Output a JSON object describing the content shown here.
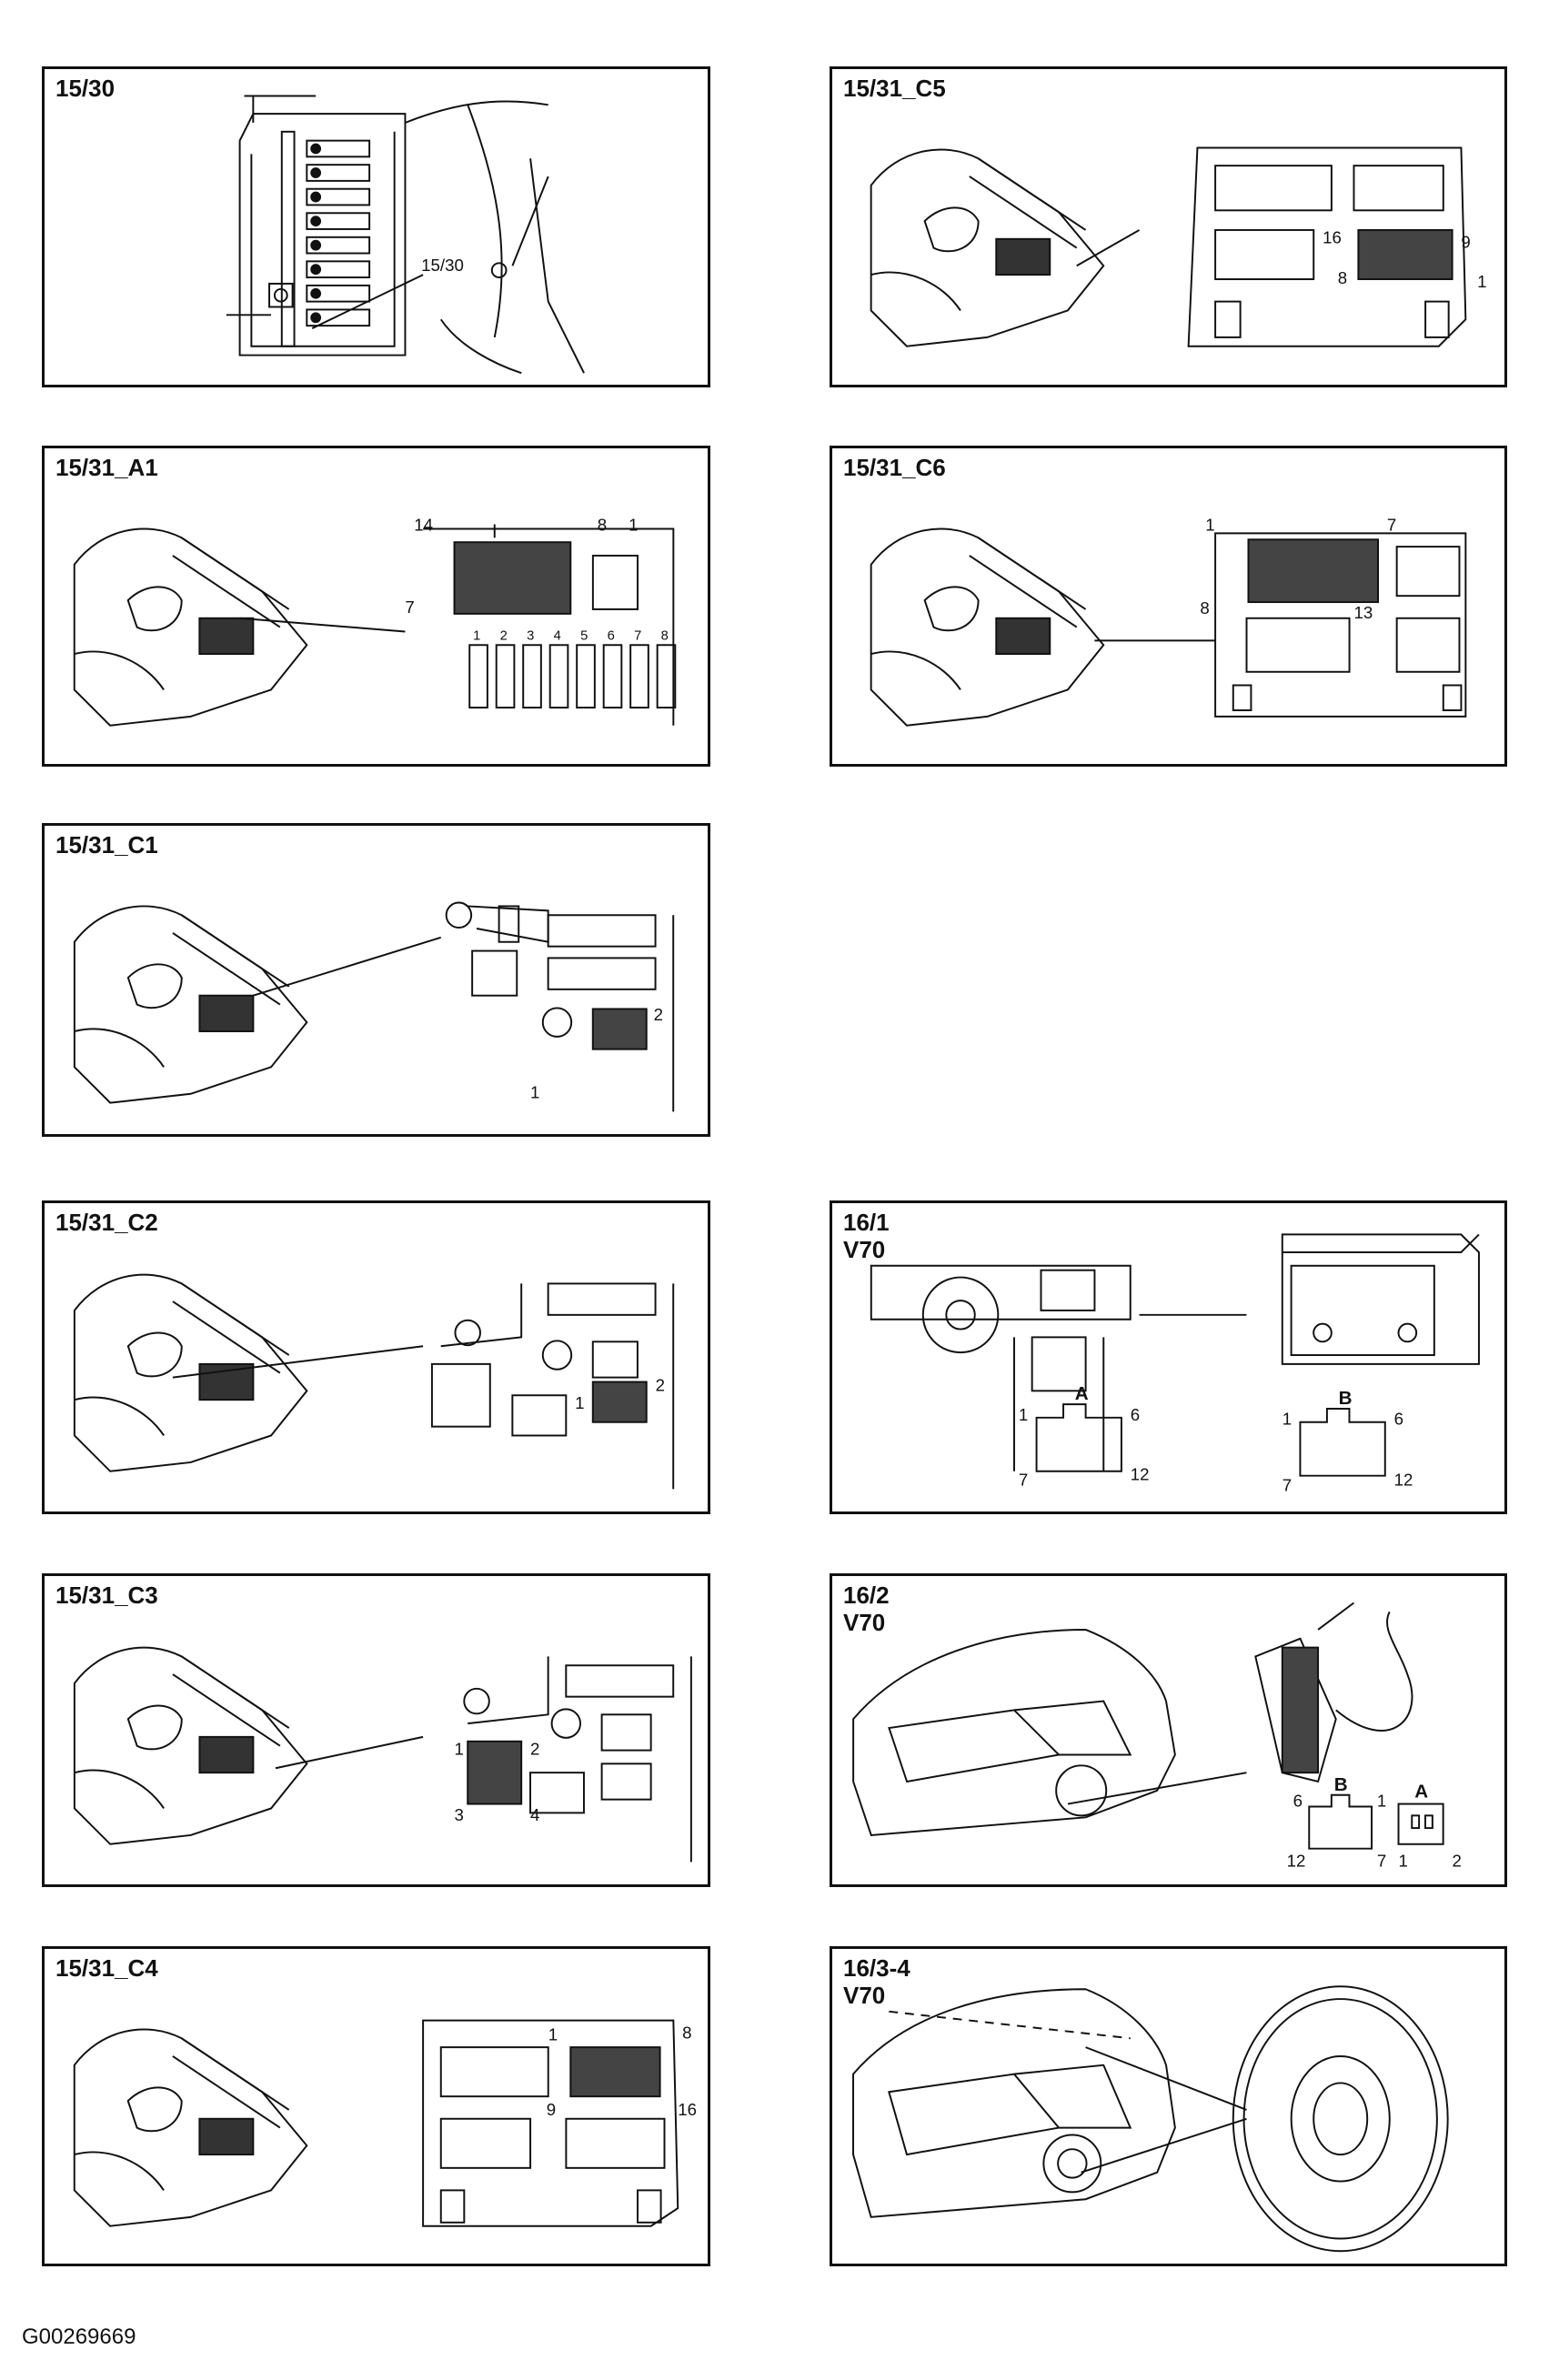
{
  "panels": {
    "p1530": {
      "title": "15/30",
      "callout": "15/30"
    },
    "pA1": {
      "title": "15/31_A1",
      "pins": [
        "14",
        "8",
        "1",
        "7"
      ],
      "fuses": [
        "1",
        "2",
        "3",
        "4",
        "5",
        "6",
        "7",
        "8"
      ]
    },
    "pC1": {
      "title": "15/31_C1",
      "pins": [
        "2",
        "1"
      ]
    },
    "pC2": {
      "title": "15/31_C2",
      "pins": [
        "1",
        "2"
      ]
    },
    "pC3": {
      "title": "15/31_C3",
      "pins": [
        "1",
        "2",
        "3",
        "4"
      ]
    },
    "pC4": {
      "title": "15/31_C4",
      "pins": [
        "1",
        "8",
        "9",
        "16"
      ]
    },
    "pC5": {
      "title": "15/31_C5",
      "pins": [
        "16",
        "9",
        "8",
        "1"
      ]
    },
    "pC6": {
      "title": "15/31_C6",
      "pins": [
        "1",
        "7",
        "8",
        "13"
      ]
    },
    "p161": {
      "title": "16/1",
      "model": "V70",
      "connA": {
        "name": "A",
        "pins": [
          "1",
          "6",
          "7",
          "12"
        ]
      },
      "connB": {
        "name": "B",
        "pins": [
          "1",
          "6",
          "7",
          "12"
        ]
      }
    },
    "p162": {
      "title": "16/2",
      "model": "V70",
      "connB": {
        "name": "B",
        "pins": [
          "6",
          "1",
          "12",
          "7"
        ]
      },
      "connA": {
        "name": "A",
        "pins": [
          "1",
          "2"
        ]
      }
    },
    "p1634": {
      "title": "16/3-4",
      "model": "V70"
    }
  },
  "footer": {
    "code": "G00269669"
  }
}
